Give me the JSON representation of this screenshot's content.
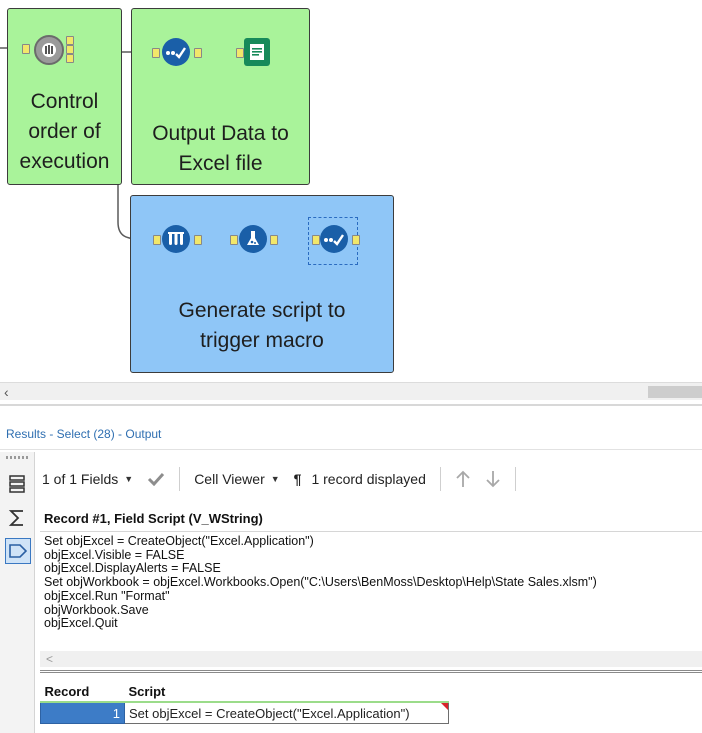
{
  "canvas": {
    "containers": [
      {
        "label_lines": [
          "Control",
          "order of",
          "execution"
        ],
        "color": "#a9f39a"
      },
      {
        "label_lines": [
          "Output Data to",
          "Excel file"
        ],
        "color": "#a9f39a"
      },
      {
        "label_lines": [
          "Generate script to",
          "trigger macro"
        ],
        "color": "#8fc6f7"
      }
    ],
    "tool_icons": [
      "block-until-done-icon",
      "select-icon",
      "output-data-icon",
      "summarize-icon",
      "formula-icon",
      "select-icon"
    ],
    "accent_tool_color": "#1a5fa8",
    "wire_color": "#5a5a5a",
    "selected_wire_color": "#1b8a3e"
  },
  "results": {
    "title": "Results - Select (28) - Output",
    "toolbar": {
      "fields_label": "1 of 1 Fields",
      "viewer_label": "Cell Viewer",
      "pilcrow": "¶",
      "records_label": "1 record displayed"
    },
    "field_header": "Record #1, Field Script (V_WString)",
    "cell_text": "Set objExcel = CreateObject(\"Excel.Application\")\nobjExcel.Visible = FALSE\nobjExcel.DisplayAlerts = FALSE\nSet objWorkbook = objExcel.Workbooks.Open(\"C:\\Users\\BenMoss\\Desktop\\Help\\State Sales.xlsm\")\nobjExcel.Run \"Format\"\nobjWorkbook.Save\nobjExcel.Quit",
    "table": {
      "headers": [
        "Record",
        "Script"
      ],
      "rows": [
        {
          "record": "1",
          "script": "Set objExcel = CreateObject(\"Excel.Application\")"
        }
      ]
    }
  }
}
